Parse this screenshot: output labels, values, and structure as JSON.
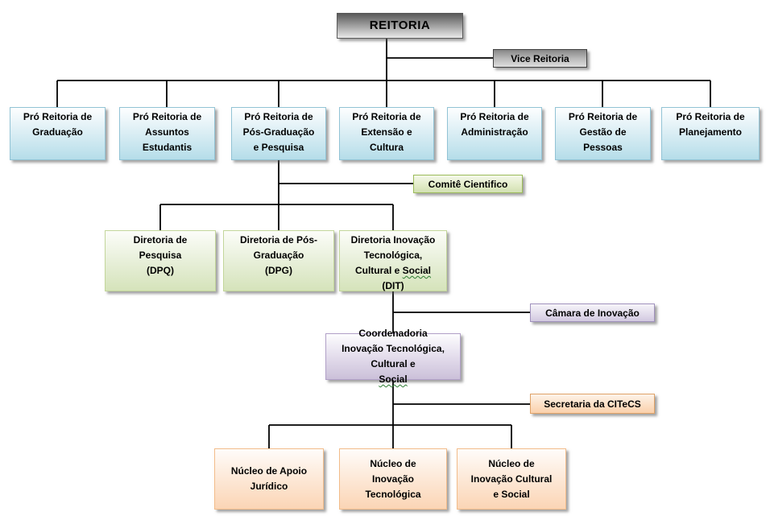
{
  "palette": {
    "connector_line": "#000000",
    "text": "#000000",
    "root_gray_dark": "#595959",
    "root_gray_light": "#e9e9e9",
    "blue_fill": "#b5dde9",
    "blue_border": "#92c3d5",
    "green_fill": "#d5e3ba",
    "green_border": "#c3d69b",
    "green_pill_border": "#9bbb59",
    "purple_fill": "#cbc0d9",
    "purple_border": "#b1a0c7",
    "orange_fill": "#fbd5b5",
    "orange_pill_border": "#dfa267",
    "squiggle_underline": "#2e7d32"
  },
  "org": {
    "reitoria": {
      "label": "REITORIA"
    },
    "vice_reitoria": {
      "label": "Vice Reitoria"
    },
    "pro_reitorias": [
      {
        "lines": [
          "Pró Reitoria de",
          "Graduação"
        ]
      },
      {
        "lines": [
          "Pró Reitoria de",
          "Assuntos",
          "Estudantis"
        ]
      },
      {
        "lines": [
          "Pró Reitoria de",
          "Pós-Graduação",
          "e Pesquisa"
        ]
      },
      {
        "lines": [
          "Pró Reitoria de",
          "Extensão e",
          "Cultura"
        ]
      },
      {
        "lines": [
          "Pró Reitoria de",
          "Administração"
        ]
      },
      {
        "lines": [
          "Pró Reitoria de",
          "Gestão de",
          "Pessoas"
        ]
      },
      {
        "lines": [
          "Pró Reitoria de",
          "Planejamento"
        ]
      }
    ],
    "comite_cientifico": {
      "label": "Comitê Cientifico"
    },
    "diretorias": [
      {
        "lines": [
          "Diretoria de",
          "Pesquisa",
          "(DPQ)"
        ]
      },
      {
        "lines": [
          "Diretoria de Pós-",
          "Graduação",
          "(DPG)"
        ]
      },
      {
        "lines": [
          "Diretoria Inovação",
          "Tecnológica,",
          "Cultural e Social",
          "(DIT)"
        ],
        "squiggle": "Social"
      }
    ],
    "camara_inovacao": {
      "label": "Câmara de Inovação"
    },
    "coordenadoria": {
      "lines": [
        "Coordenadoria",
        "Inovação Tecnológica,",
        "Cultural e Social"
      ],
      "squiggle": "Social"
    },
    "secretaria": {
      "label": "Secretaria da CITeCS"
    },
    "nucleos": [
      {
        "lines": [
          "Núcleo de Apoio",
          "Jurídico"
        ]
      },
      {
        "lines": [
          "Núcleo de",
          "Inovação",
          "Tecnológica"
        ]
      },
      {
        "lines": [
          "Núcleo de",
          "Inovação Cultural",
          "e Social"
        ]
      }
    ]
  }
}
